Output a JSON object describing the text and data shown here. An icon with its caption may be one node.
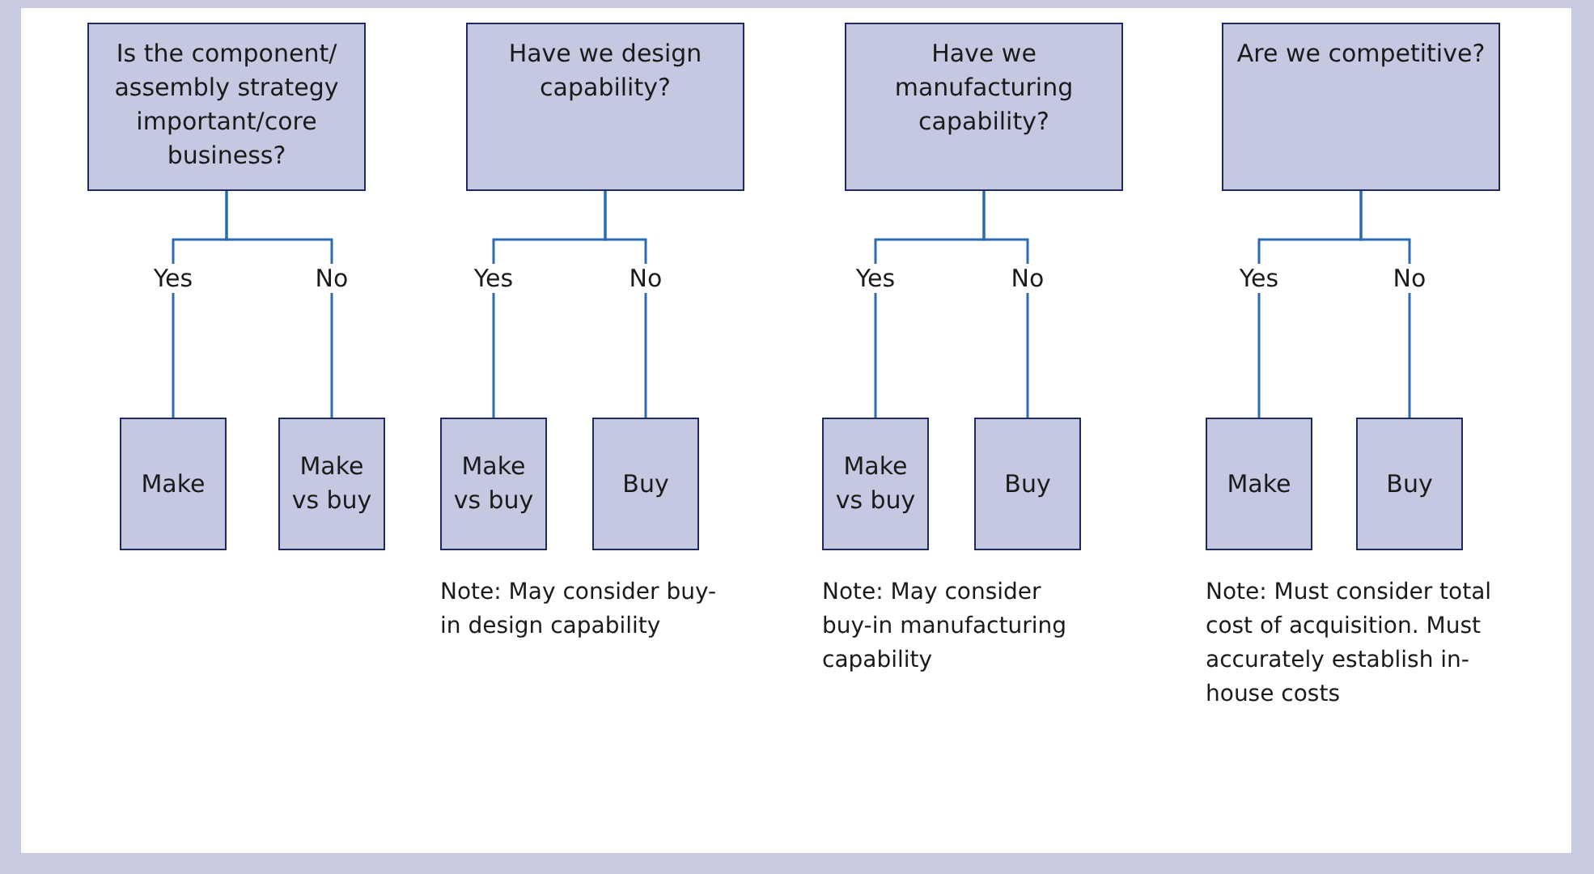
{
  "diagram": {
    "nodes": [
      {
        "text": [
          "Is the component/ assembly strategy important/core business?"
        ]
      },
      {
        "text": [
          "Have we design capability?"
        ]
      },
      {
        "text": [
          "Have we manufacturing capability?"
        ]
      },
      {
        "text": [
          "Are we competitive?"
        ]
      },
      {
        "text": [
          "Make"
        ]
      },
      {
        "text": [
          "Make vs buy"
        ]
      },
      {
        "text": [
          "Make vs buy"
        ]
      },
      {
        "text": [
          "Buy"
        ]
      },
      {
        "text": [
          "Make vs buy"
        ]
      },
      {
        "text": [
          "Buy"
        ]
      },
      {
        "text": [
          "Make"
        ]
      },
      {
        "text": [
          "Buy"
        ]
      }
    ],
    "edges": [
      {
        "from": 0,
        "to": 4,
        "arrow": "none",
        "label": "Yes"
      },
      {
        "from": 0,
        "to": 5,
        "arrow": "none",
        "label": "No"
      },
      {
        "from": 1,
        "to": 6,
        "arrow": "none",
        "label": "Yes"
      },
      {
        "from": 1,
        "to": 7,
        "arrow": "none",
        "label": "No"
      },
      {
        "from": 2,
        "to": 8,
        "arrow": "none",
        "label": "Yes"
      },
      {
        "from": 2,
        "to": 9,
        "arrow": "none",
        "label": "No"
      },
      {
        "from": 3,
        "to": 10,
        "arrow": "none",
        "label": "Yes"
      },
      {
        "from": 3,
        "to": 11,
        "arrow": "none",
        "label": "No"
      }
    ],
    "labels": [
      "Note: May consider buy-in design capability",
      "Note: May consider buy-in manufacturing capability",
      "Note: Must consider total cost of acquisition. Must accurately establish in-house costs"
    ]
  }
}
